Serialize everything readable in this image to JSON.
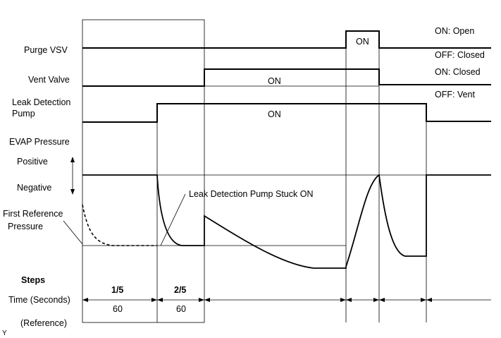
{
  "signals": {
    "purge_vsv": "Purge VSV",
    "vent_valve": "Vent Valve",
    "pump_line1": "Leak Detection",
    "pump_line2": "Pump",
    "evap_pressure": "EVAP Pressure",
    "positive": "Positive",
    "negative": "Negative",
    "first_ref_line1": "First Reference",
    "first_ref_line2": "Pressure"
  },
  "states": {
    "purge_on": "ON: Open",
    "purge_off": "OFF: Closed",
    "vent_on": "ON: Closed",
    "vent_off": "OFF: Vent",
    "on": "ON"
  },
  "annotation": "Leak Detection Pump Stuck ON",
  "steps": {
    "title": "Steps",
    "time_label": "Time (Seconds)",
    "reference_label": "(Reference)",
    "step1": "1/5",
    "step1_time": "60",
    "step2": "2/5",
    "step2_time": "60"
  },
  "footer_mark": "Y"
}
